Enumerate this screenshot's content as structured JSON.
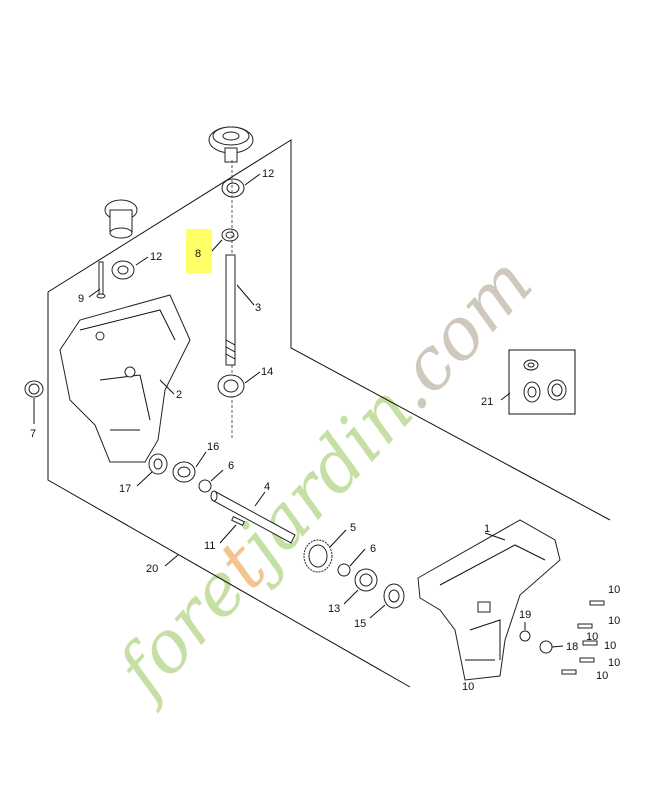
{
  "watermark": {
    "text_part1": "fore",
    "text_t": "t",
    "text_part2": "jardin",
    "text_com": ".com",
    "green": "#c5dfa5",
    "orange": "#f3c48f",
    "gray": "#cfc8bd"
  },
  "highlight_color": "#ffff66",
  "callouts": [
    {
      "id": "c1",
      "text": "1"
    },
    {
      "id": "c2",
      "text": "2"
    },
    {
      "id": "c3",
      "text": "3"
    },
    {
      "id": "c4",
      "text": "4"
    },
    {
      "id": "c5",
      "text": "5"
    },
    {
      "id": "c6a",
      "text": "6"
    },
    {
      "id": "c6b",
      "text": "6"
    },
    {
      "id": "c7",
      "text": "7"
    },
    {
      "id": "c8",
      "text": "8"
    },
    {
      "id": "c9",
      "text": "9"
    },
    {
      "id": "c10a",
      "text": "10"
    },
    {
      "id": "c10b",
      "text": "10"
    },
    {
      "id": "c10c",
      "text": "10"
    },
    {
      "id": "c10d",
      "text": "10"
    },
    {
      "id": "c10e",
      "text": "10"
    },
    {
      "id": "c10f",
      "text": "10"
    },
    {
      "id": "c10g",
      "text": "10"
    },
    {
      "id": "c11",
      "text": "11"
    },
    {
      "id": "c12a",
      "text": "12"
    },
    {
      "id": "c12b",
      "text": "12"
    },
    {
      "id": "c13",
      "text": "13"
    },
    {
      "id": "c14",
      "text": "14"
    },
    {
      "id": "c15",
      "text": "15"
    },
    {
      "id": "c16",
      "text": "16"
    },
    {
      "id": "c17",
      "text": "17"
    },
    {
      "id": "c18",
      "text": "18"
    },
    {
      "id": "c19",
      "text": "19"
    },
    {
      "id": "c20",
      "text": "20"
    },
    {
      "id": "c21",
      "text": "21"
    }
  ]
}
